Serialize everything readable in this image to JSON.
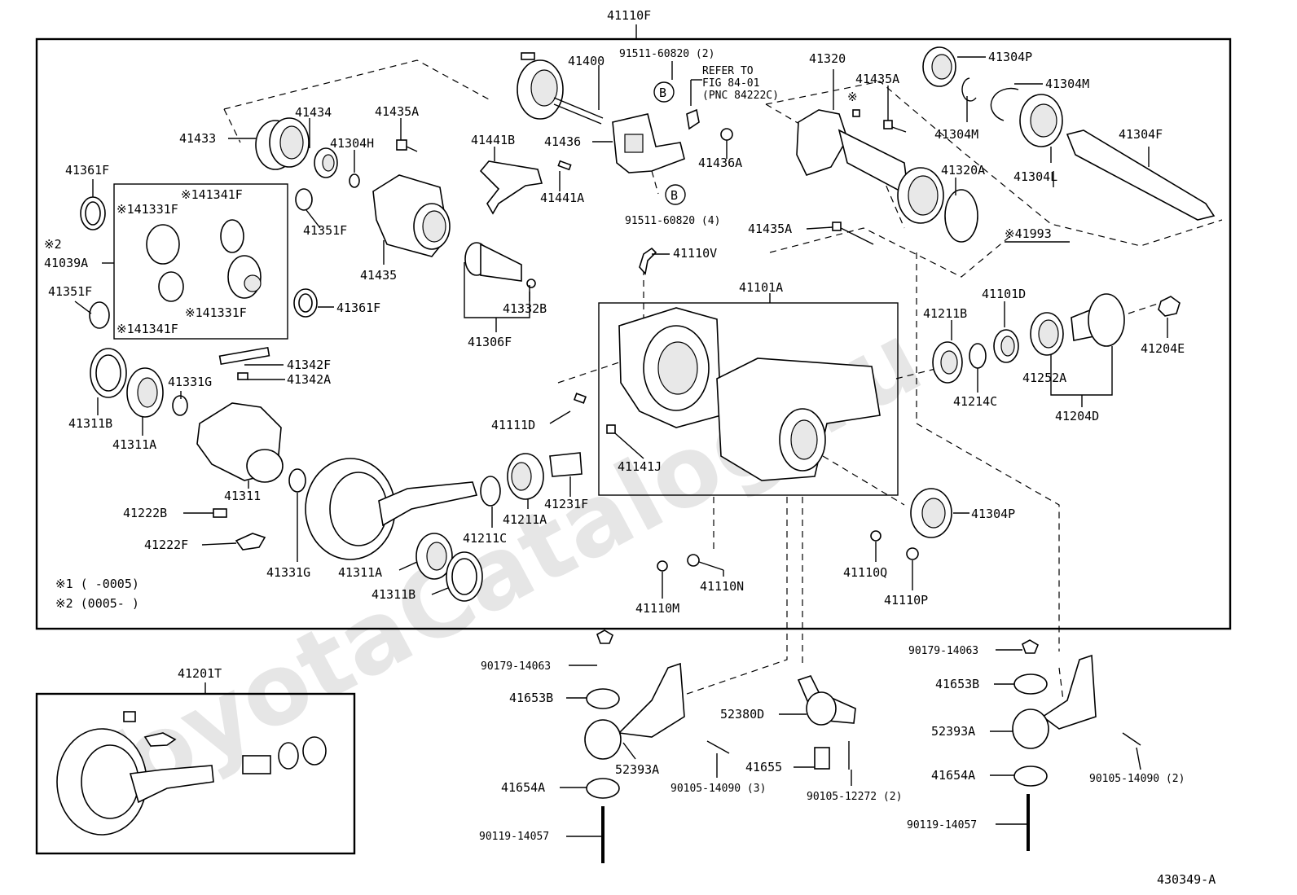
{
  "watermark": "ToyotaCatalog.ru",
  "main_frame_label": "41110F",
  "lower_frame_label": "41201T",
  "figure_code": "430349-A",
  "notes": [
    "※1 (      -0005)",
    "※2 (0005-      )"
  ],
  "refer_note": [
    "REFER TO",
    "FIG 84-01",
    "(PNC 84222C)"
  ],
  "callout_b": "B",
  "labels": {
    "p41400": "41400",
    "p91511a": "91511-60820 (2)",
    "p41320": "41320",
    "p41435A_top": "41435A",
    "x1": "※",
    "p41304P_top": "41304P",
    "p41304M_r": "41304M",
    "p41434": "41434",
    "p41435A_a": "41435A",
    "p41433": "41433",
    "p41304H": "41304H",
    "p41441B": "41441B",
    "p41436": "41436",
    "p41436A": "41436A",
    "p41304M": "41304M",
    "p41304F": "41304F",
    "p41361F_a": "41361F",
    "p141341F_a": "※141341F",
    "p141331F_a": "※141331F",
    "p41351F_a": "41351F",
    "p41441A": "41441A",
    "p41320A": "41320A",
    "p41304L": "41304L",
    "p91511b": "91511-60820 (4)",
    "p41435A_b": "41435A",
    "p41993": "※41993",
    "p2": "※2",
    "p41039A": "41039A",
    "p41435": "41435",
    "p41110V": "41110V",
    "p41101A": "41101A",
    "p41351F_b": "41351F",
    "p141331F_b": "※141331F",
    "p41361F_b": "41361F",
    "p41332B": "41332B",
    "p141341F_b": "※141341F",
    "p41101D": "41101D",
    "p41211B": "41211B",
    "p41204E": "41204E",
    "p41306F": "41306F",
    "p41342F": "41342F",
    "p41331G_a": "41331G",
    "p41342A": "41342A",
    "p41311B_a": "41311B",
    "p41311A_a": "41311A",
    "p41252A": "41252A",
    "p41214C": "41214C",
    "p41204D": "41204D",
    "p41111D": "41111D",
    "p41141J": "41141J",
    "p41231F": "41231F",
    "p41311": "41311",
    "p41211A": "41211A",
    "p41304P_b": "41304P",
    "p41222B": "41222B",
    "p41211C": "41211C",
    "p41222F": "41222F",
    "p41110Q": "41110Q",
    "p41331G_b": "41331G",
    "p41311A_b": "41311A",
    "p41110N": "41110N",
    "p41110P": "41110P",
    "p41311B_b": "41311B",
    "p41110M": "41110M",
    "p90179a": "90179-14063",
    "p90179b": "90179-14063",
    "p41653B_a": "41653B",
    "p41653B_b": "41653B",
    "p52380D": "52380D",
    "p52393A_b": "52393A",
    "p52393A_a": "52393A",
    "p90105a": "90105-14090 (3)",
    "p41655": "41655",
    "p90105b": "90105-12272 (2)",
    "p41654A_a": "41654A",
    "p41654A_b": "41654A",
    "p90105c": "90105-14090 (2)",
    "p90119a": "90119-14057",
    "p90119b": "90119-14057"
  }
}
